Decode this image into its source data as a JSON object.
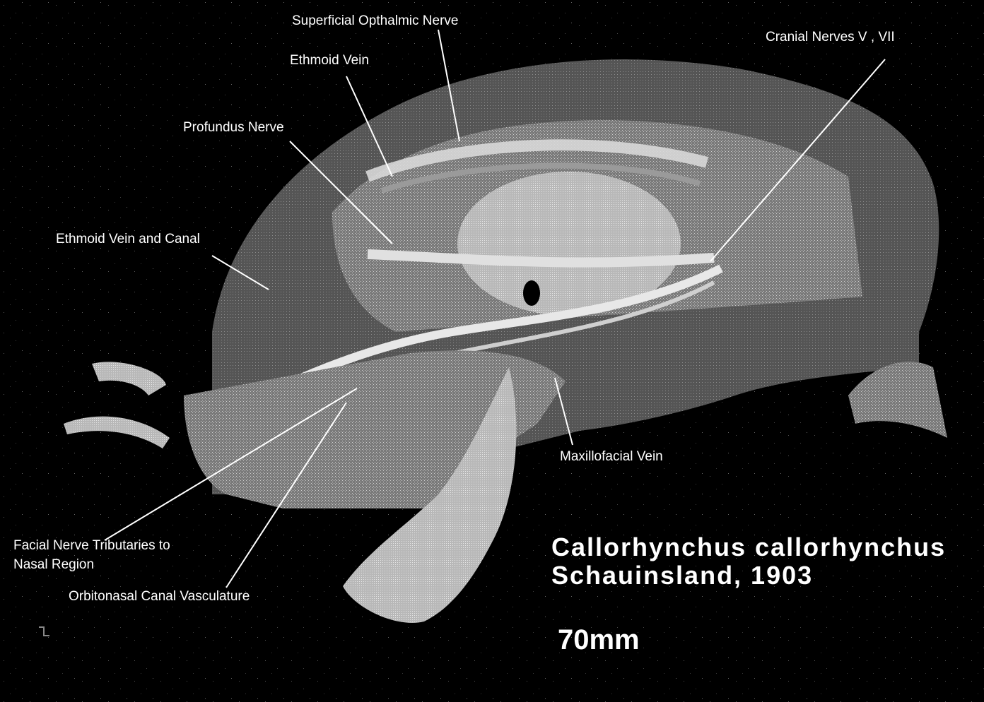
{
  "labels": {
    "superficial_opthalmic_nerve": "Superficial Opthalmic Nerve",
    "ethmoid_vein": "Ethmoid Vein",
    "profundus_nerve": "Profundus Nerve",
    "ethmoid_vein_and_canal": "Ethmoid Vein and Canal",
    "cranial_nerves": "Cranial Nerves V , VII",
    "maxillofacial_vein": "Maxillofacial Vein",
    "facial_nerve_tributaries_line1": "Facial Nerve Tributaries to",
    "facial_nerve_tributaries_line2": "Nasal Region",
    "orbitonasal_canal_vasculature": "Orbitonasal Canal Vasculature"
  },
  "specimen": {
    "species": "Callorhynchus callorhynchus",
    "author": "Schauinsland, 1903",
    "size": "70mm"
  },
  "colors": {
    "background": "#000000",
    "tissue_light": "#c8c8c8",
    "tissue_mid": "#8a8a8a",
    "tissue_dark": "#4a4a4a",
    "text": "#ffffff"
  }
}
